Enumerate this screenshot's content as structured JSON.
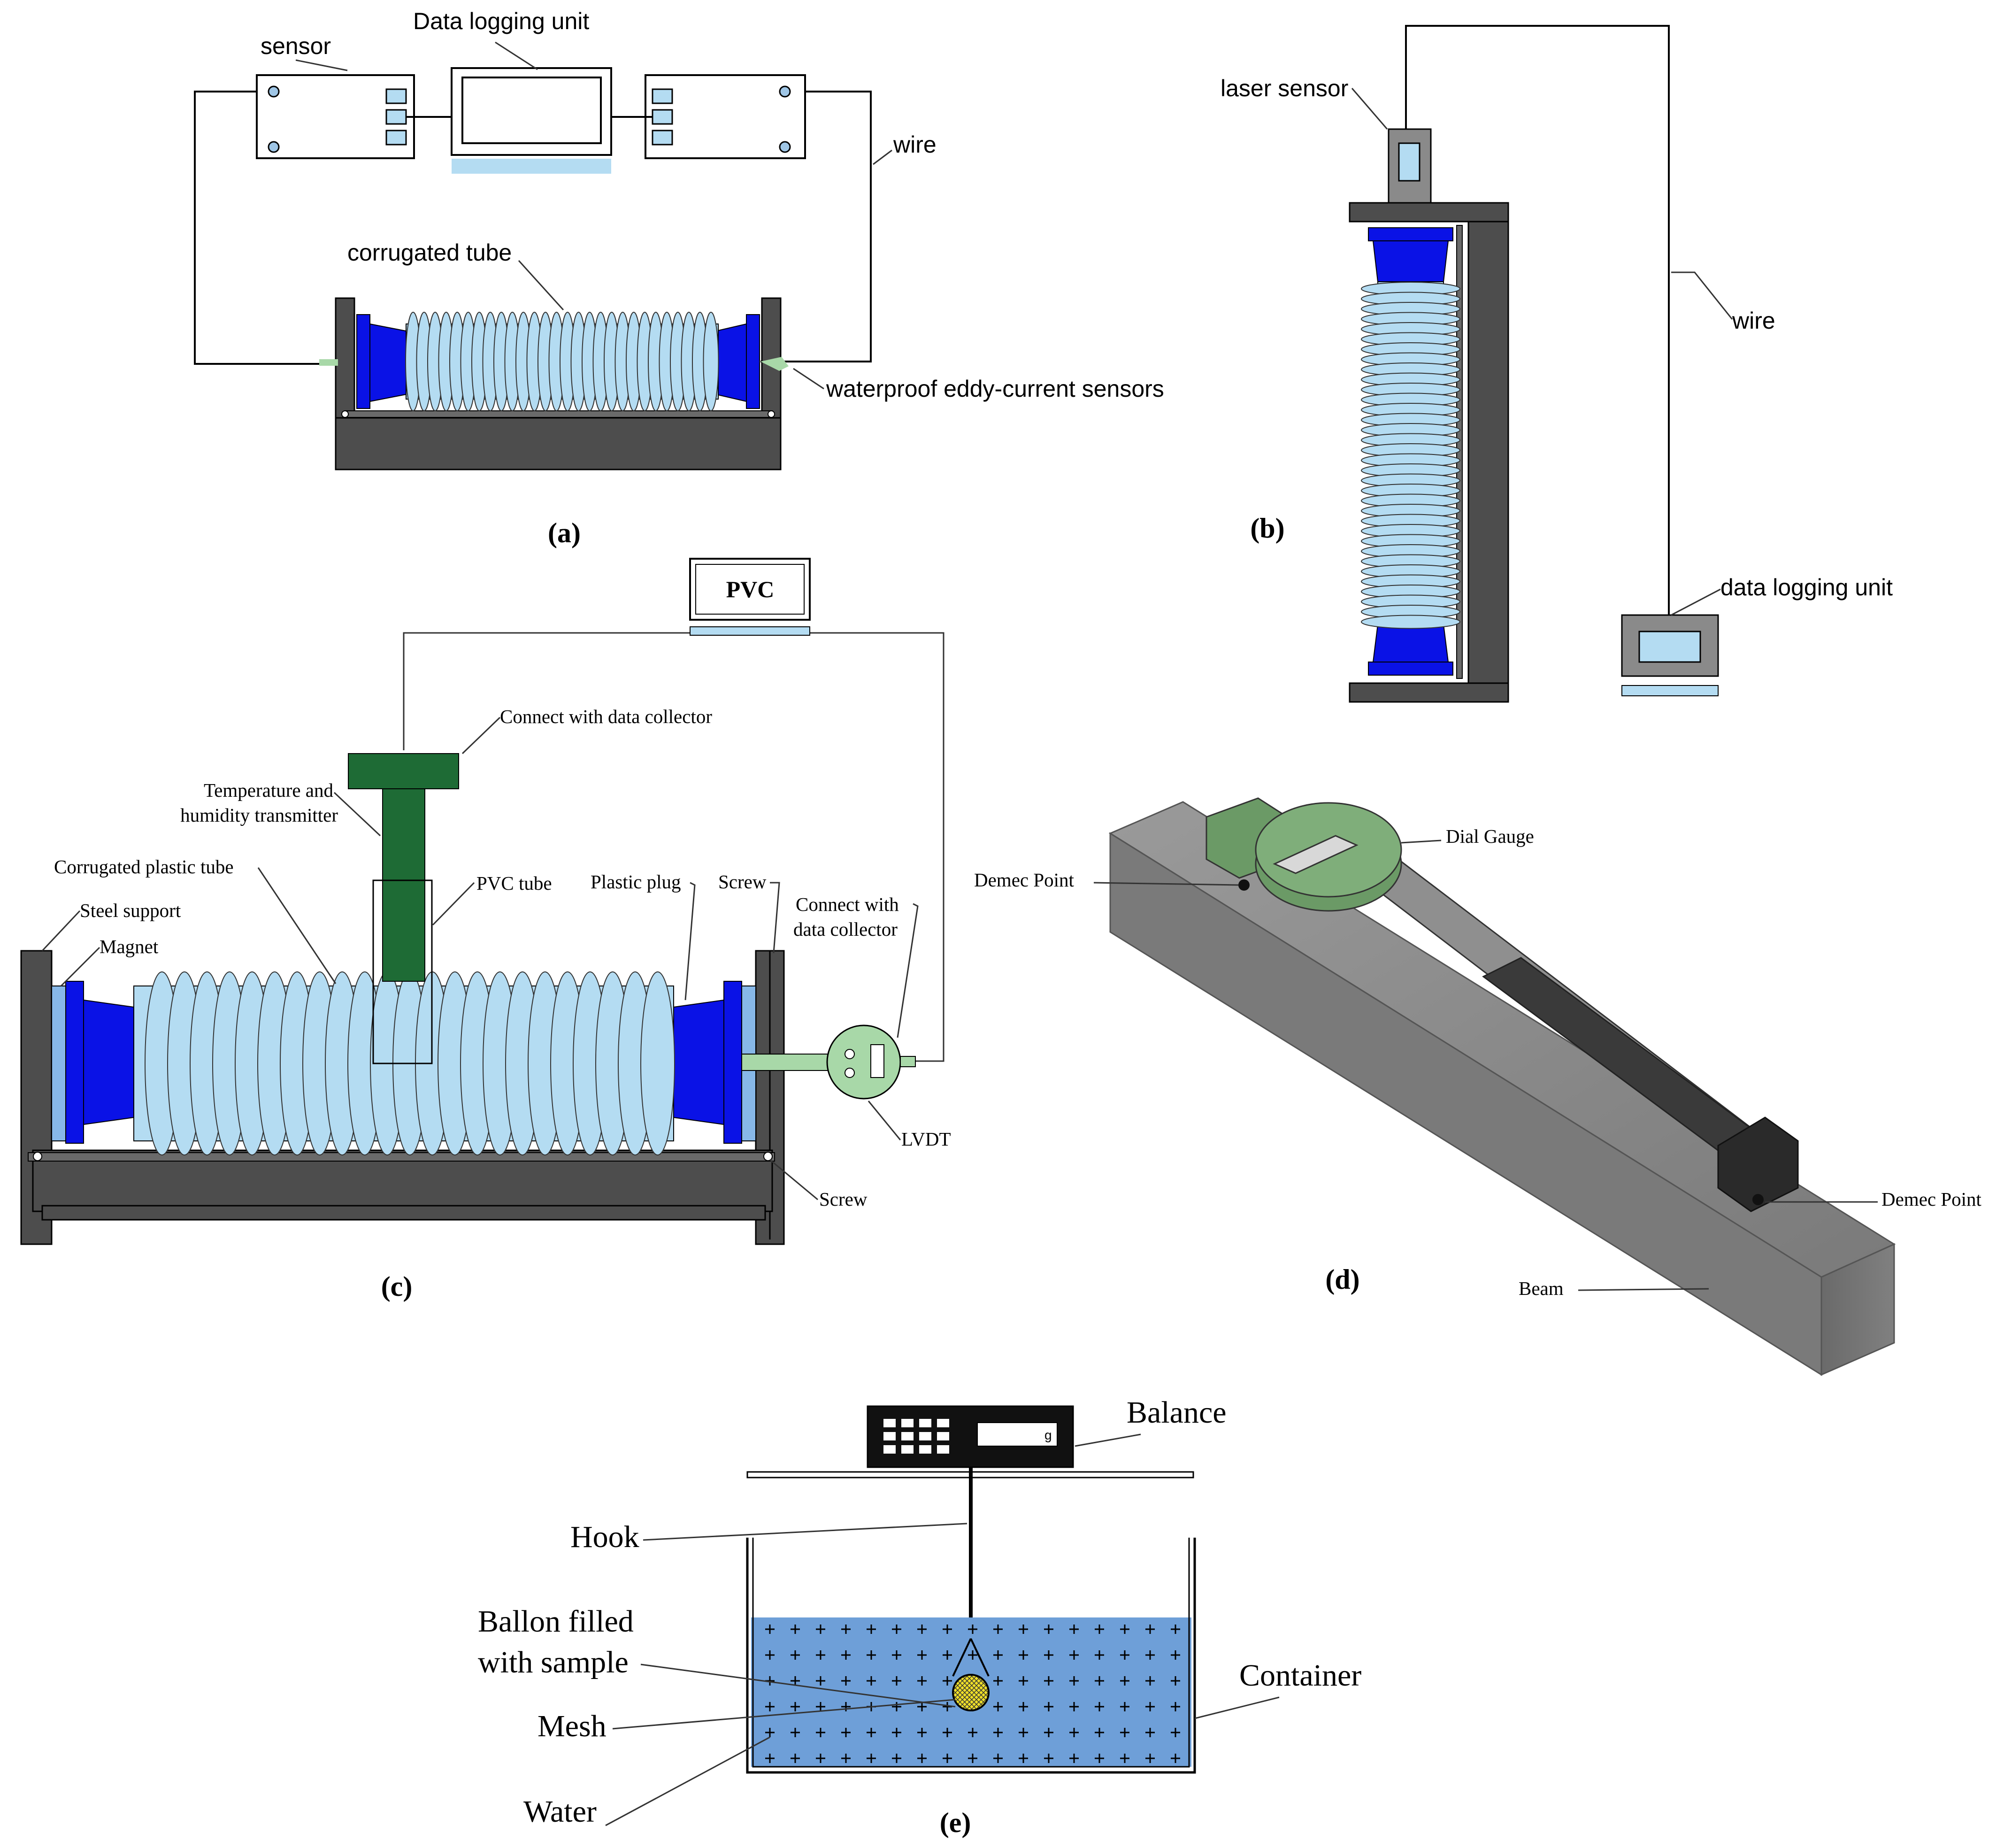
{
  "panels": {
    "a": {
      "caption": "(a)",
      "labels": {
        "sensor": "sensor",
        "data_logging_unit": "Data logging unit",
        "wire": "wire",
        "corrugated_tube": "corrugated tube",
        "eddy_current_sensors": "waterproof eddy-current sensors"
      }
    },
    "b": {
      "caption": "(b)",
      "labels": {
        "laser_sensor": "laser sensor",
        "wire": "wire",
        "data_logging_unit": "data logging unit"
      }
    },
    "c": {
      "caption": "(c)",
      "labels": {
        "pvc": "PVC",
        "connect_data_collector": "Connect with data collector",
        "temp_humidity_1": "Temperature and",
        "temp_humidity_2": "humidity transmitter",
        "corrugated_plastic_tube": "Corrugated plastic tube",
        "pvc_tube": "PVC tube",
        "plastic_plug": "Plastic plug",
        "screw_top": "Screw",
        "steel_support": "Steel support",
        "magnet": "Magnet",
        "connect_with_1": "Connect with",
        "connect_with_2": "data collector",
        "lvdt": "LVDT",
        "screw_bottom": "Screw"
      }
    },
    "d": {
      "caption": "(d)",
      "labels": {
        "dial_gauge": "Dial Gauge",
        "demec_point_left": "Demec Point",
        "demec_point_right": "Demec Point",
        "beam": "Beam"
      }
    },
    "e": {
      "caption": "(e)",
      "labels": {
        "balance": "Balance",
        "balance_unit": "g",
        "hook": "Hook",
        "balloon_1": "Ballon filled",
        "balloon_2": "with sample",
        "mesh": "Mesh",
        "container": "Container",
        "water": "Water"
      }
    }
  },
  "colors": {
    "tube_fill": "#b4dcf2",
    "plug_blue": "#0a12e6",
    "frame_gray": "#4d4d4d",
    "transmitter_green": "#1e6b35",
    "dial_green": "#7fae7a",
    "water_blue": "#6e9fd8",
    "beam_gray": "#8c8c8c",
    "sample_yellow": "#f0e028"
  }
}
